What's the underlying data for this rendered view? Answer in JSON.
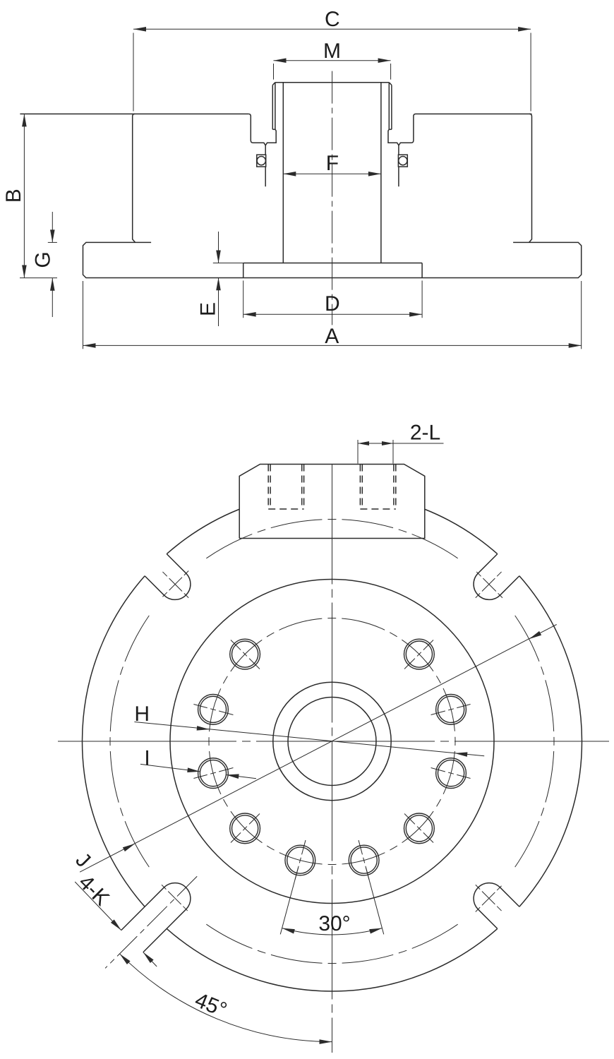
{
  "drawing": {
    "type": "technical-drawing",
    "background": "#ffffff",
    "line_color": "#2b2b2b",
    "front_view": {
      "description": "sectional front view of a flange adapter with threaded center boss",
      "dimensions": {
        "C": "C",
        "M": "M",
        "B": "B",
        "G": "G",
        "F": "F",
        "E": "E",
        "D": "D",
        "A": "A"
      },
      "dimension_meanings": {
        "A": "base plate outer width",
        "B": "overall height",
        "C": "upper body width",
        "D": "hub flange width",
        "E": "hub flange thickness",
        "F": "center hub width",
        "G": "base plate thickness",
        "M": "threaded boss width"
      }
    },
    "plan_view": {
      "description": "plan view with bolt circle, four rim slots and mounting tab",
      "dimensions": {
        "L2": "2-L",
        "H": "H",
        "I": "I",
        "J": "J",
        "K4": "4-K",
        "deg30": "30°",
        "deg45": "45°"
      },
      "dimension_meanings": {
        "L2": "two tapped holes in tab, size L",
        "H": "bolt circle diameter",
        "I": "bolt hole diameter",
        "J": "slot pitch circle diameter",
        "K4": "four rim slots, width K",
        "deg30": "angle between adjacent bolt holes",
        "deg45": "angle from vertical centerline to slot axis"
      },
      "bolt_hole_count": 10,
      "bolt_hole_angle_step_deg": 30,
      "rim_slot_count": 4,
      "tab_hole_count": 2
    }
  }
}
